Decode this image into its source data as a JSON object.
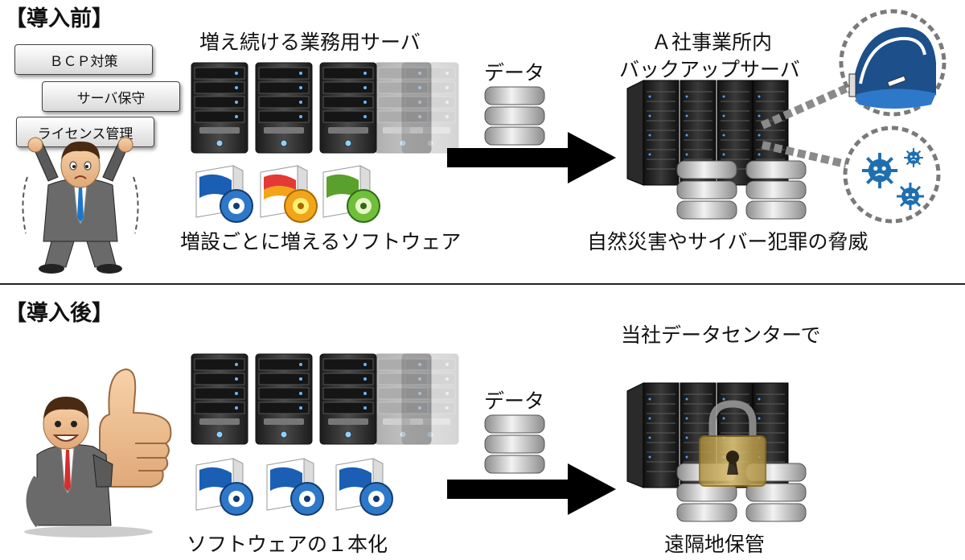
{
  "before": {
    "heading": "【導入前】",
    "burdens": [
      "ＢＣＰ対策",
      "サーバ保守",
      "ライセンス管理"
    ],
    "servers_label": "増え続ける業務用サーバ",
    "software_label": "増設ごとに増えるソフトウェア",
    "data_label": "データ",
    "backup_label_line1": "Ａ社事業所内",
    "backup_label_line2": "バックアップサーバ",
    "threat_label": "自然災害やサイバー犯罪の脅威"
  },
  "after": {
    "heading": "【導入後】",
    "software_label": "ソフトウェアの１本化",
    "data_label": "データ",
    "datacenter_label": "当社データセンターで",
    "remote_label": "遠隔地保管"
  },
  "colors": {
    "server_body": "#2b2b2b",
    "disk_silver": "#c8c8c8",
    "arrow": "#000000",
    "virus": "#1f6fb0",
    "wave": "#1d4f8a",
    "lock": "#c9a84a",
    "box_blue": "#1a5fb4",
    "box_rainbow": "#f2a51a",
    "box_green": "#5aa02c"
  }
}
